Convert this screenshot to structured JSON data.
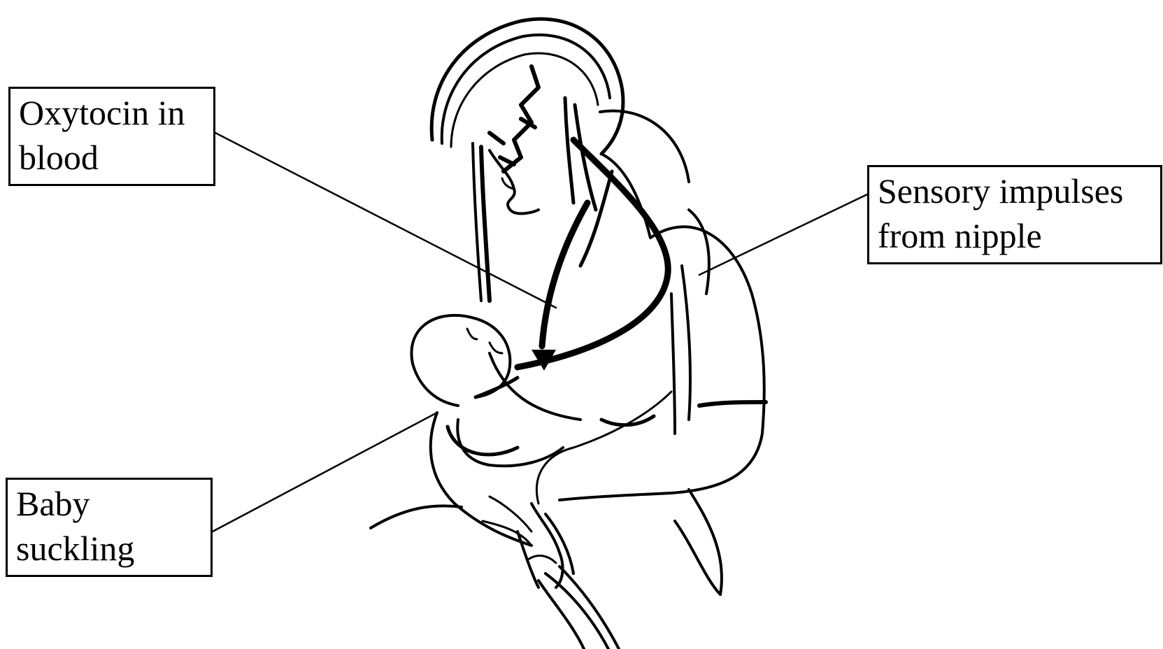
{
  "labels": {
    "oxytocin": {
      "line1": "Oxytocin in",
      "line2": "blood"
    },
    "sensory": {
      "line1": "Sensory impulses",
      "line2": "from nipple"
    },
    "baby": {
      "line1": "Baby",
      "line2": "suckling"
    }
  }
}
